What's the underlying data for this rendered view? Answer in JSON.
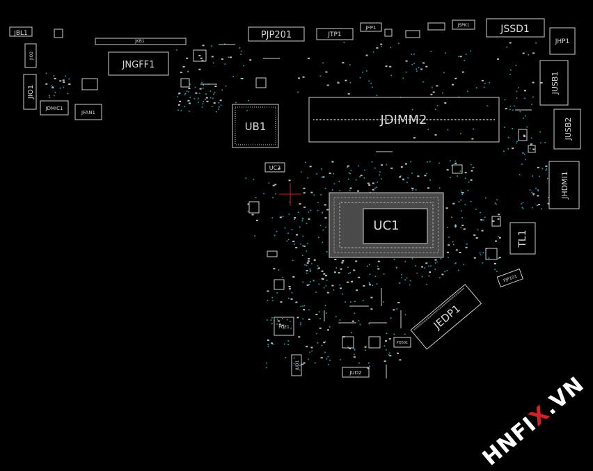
{
  "diagram": {
    "background": "#000000",
    "line_color": "#cfcfcf",
    "via_color": "#22b0c4",
    "components": [
      {
        "id": "jbl1",
        "label": "JBL1"
      },
      {
        "id": "jkb1",
        "label": "JKB1"
      },
      {
        "id": "jngff1",
        "label": "JNGFF1"
      },
      {
        "id": "pjp201",
        "label": "PJP201"
      },
      {
        "id": "jtp1",
        "label": "JTP1"
      },
      {
        "id": "jfp1",
        "label": "JFP1"
      },
      {
        "id": "jspk1",
        "label": "JSPK1"
      },
      {
        "id": "jssd1",
        "label": "JSSD1"
      },
      {
        "id": "jhp1",
        "label": "JHP1"
      },
      {
        "id": "jio1",
        "label": "JIO1"
      },
      {
        "id": "jdmic1",
        "label": "JDMIC1"
      },
      {
        "id": "jfan1",
        "label": "JFAN1"
      },
      {
        "id": "ub1",
        "label": "UB1"
      },
      {
        "id": "jdimm2",
        "label": "JDIMM2"
      },
      {
        "id": "jusb1",
        "label": "JUSB1"
      },
      {
        "id": "jusb2",
        "label": "JUSB2"
      },
      {
        "id": "jhdmi1",
        "label": "JHDMI1"
      },
      {
        "id": "uc2",
        "label": "UC2"
      },
      {
        "id": "uc1",
        "label": "UC1"
      },
      {
        "id": "tl1",
        "label": "TL1"
      },
      {
        "id": "jedp1",
        "label": "JEDP1"
      },
      {
        "id": "jio2",
        "label": "JIO2"
      },
      {
        "id": "jud1",
        "label": "JUD1"
      },
      {
        "id": "jud2",
        "label": "JUD2"
      },
      {
        "id": "pjp101",
        "label": "PJP101"
      },
      {
        "id": "pue1",
        "label": "PUE1"
      },
      {
        "id": "pq_small",
        "label": "PQ501"
      }
    ]
  },
  "watermark": {
    "pre": "HNFI",
    "x": "X",
    "post": ".VN",
    "x_color": "#d0202a"
  }
}
